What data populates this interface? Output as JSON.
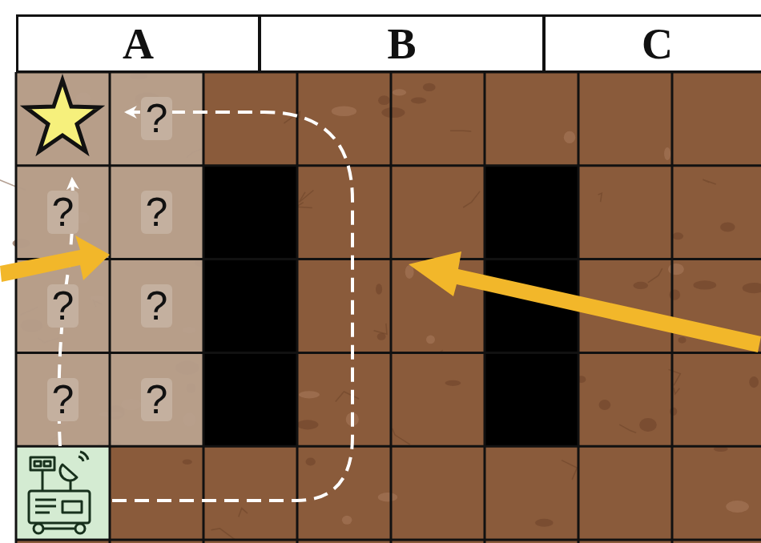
{
  "diagram": {
    "nodes": [
      {
        "text": [
          "A"
        ]
      },
      {
        "text": [
          "B"
        ]
      },
      {
        "text": [
          "C"
        ]
      },
      {
        "text": [
          "?"
        ]
      },
      {
        "text": [
          "?"
        ]
      },
      {
        "text": [
          "?"
        ]
      },
      {
        "text": [
          "?"
        ]
      },
      {
        "text": [
          "?"
        ]
      },
      {
        "text": [
          "?"
        ]
      },
      {
        "text": [
          "?"
        ]
      }
    ]
  }
}
